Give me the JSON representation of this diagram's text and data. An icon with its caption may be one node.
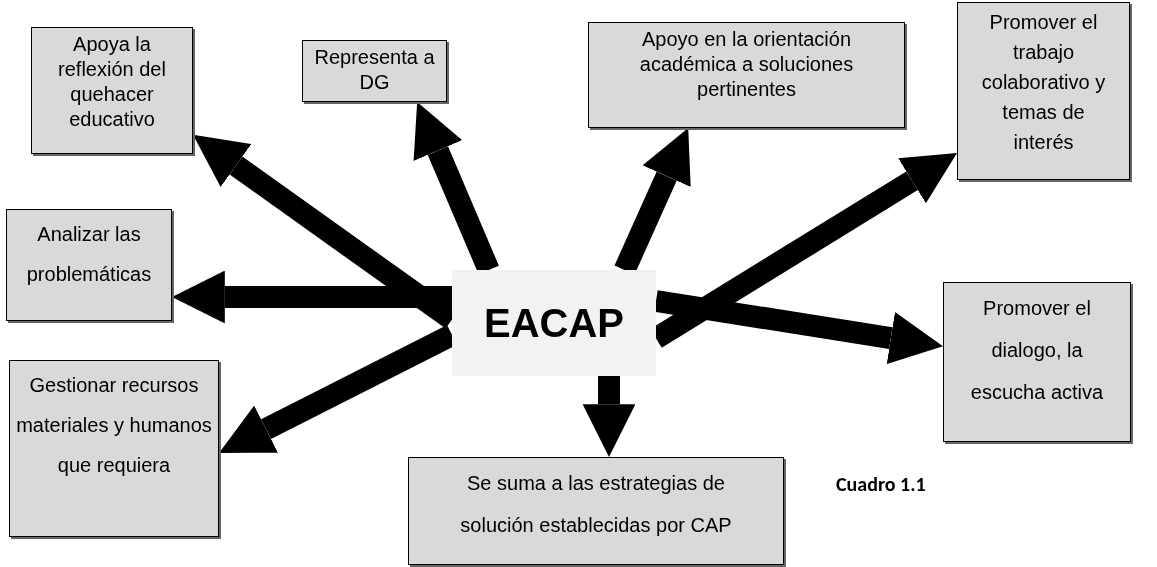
{
  "diagram": {
    "nodes": [
      {
        "text": [
          "EACAP"
        ]
      },
      {
        "text": [
          "Apoya la reflexión del quehacer educativo"
        ]
      },
      {
        "text": [
          "Representa a DG"
        ]
      },
      {
        "text": [
          "Apoyo en la orientación académica a soluciones pertinentes"
        ]
      },
      {
        "text": [
          "Promover el trabajo colaborativo y temas de interés"
        ]
      },
      {
        "text": [
          "Analizar las problemáticas"
        ]
      },
      {
        "text": [
          "Promover el dialogo, la escucha activa"
        ]
      },
      {
        "text": [
          "Gestionar recursos materiales y humanos que requiera"
        ]
      },
      {
        "text": [
          "Se suma a las estrategias de solución establecidas por CAP"
        ]
      }
    ],
    "edges": [
      {
        "from": 0,
        "to": 1,
        "arrow": "to"
      },
      {
        "from": 0,
        "to": 2,
        "arrow": "to"
      },
      {
        "from": 0,
        "to": 3,
        "arrow": "to"
      },
      {
        "from": 0,
        "to": 4,
        "arrow": "to"
      },
      {
        "from": 0,
        "to": 5,
        "arrow": "to"
      },
      {
        "from": 0,
        "to": 6,
        "arrow": "to"
      },
      {
        "from": 0,
        "to": 7,
        "arrow": "to"
      },
      {
        "from": 0,
        "to": 8,
        "arrow": "to"
      }
    ],
    "labels": [
      "Cuadro 1.1"
    ]
  }
}
